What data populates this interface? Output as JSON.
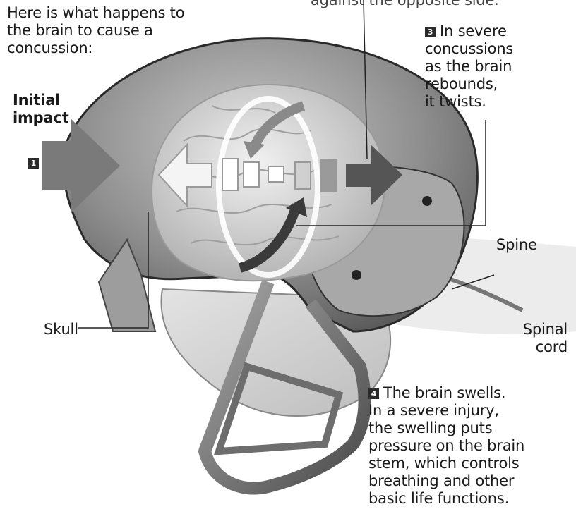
{
  "intro": "Here is what happens to\nthe brain to cause a\nconcussion:",
  "top_fragment": "against the opposite side.",
  "steps": [
    {
      "num": "1",
      "label": "Initial\nimpact"
    },
    {
      "num": "3",
      "label": "In severe\nconcussions\nas the brain\nrebounds,\nit twists."
    },
    {
      "num": "4",
      "label": "The brain swells.\nIn a severe injury,\nthe swelling puts\npressure on the brain\nstem, which controls\nbreathing and other\nbasic life functions."
    }
  ],
  "labels": {
    "skull": "Skull",
    "spine": "Spine",
    "spinal_cord": "Spinal\ncord"
  }
}
